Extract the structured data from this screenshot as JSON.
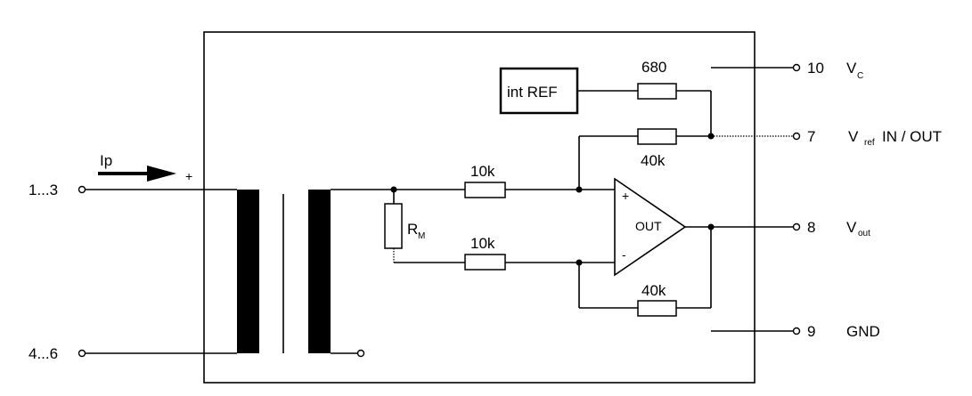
{
  "diagram": {
    "pins": {
      "in_top": "1...3",
      "in_bottom": "4...6",
      "p10": "10",
      "p7": "7",
      "p8": "8",
      "p9": "9"
    },
    "signals": {
      "vc_main": "V",
      "vc_sub": "C",
      "vref_main": "V",
      "vref_sub": "ref",
      "vref_tail": "IN / OUT",
      "vout_main": "V",
      "vout_sub": "out",
      "gnd": "GND"
    },
    "current_label": "Ip",
    "plus_sign": "+",
    "int_ref": "int  REF",
    "resistors": {
      "r680": "680",
      "r40k_top": "40k",
      "r10k_top": "10k",
      "r10k_bottom": "10k",
      "r40k_bottom": "40k",
      "rm_main": "R",
      "rm_sub": "M"
    },
    "opamp": {
      "out_label": "OUT",
      "plus": "+",
      "minus": "-"
    }
  }
}
